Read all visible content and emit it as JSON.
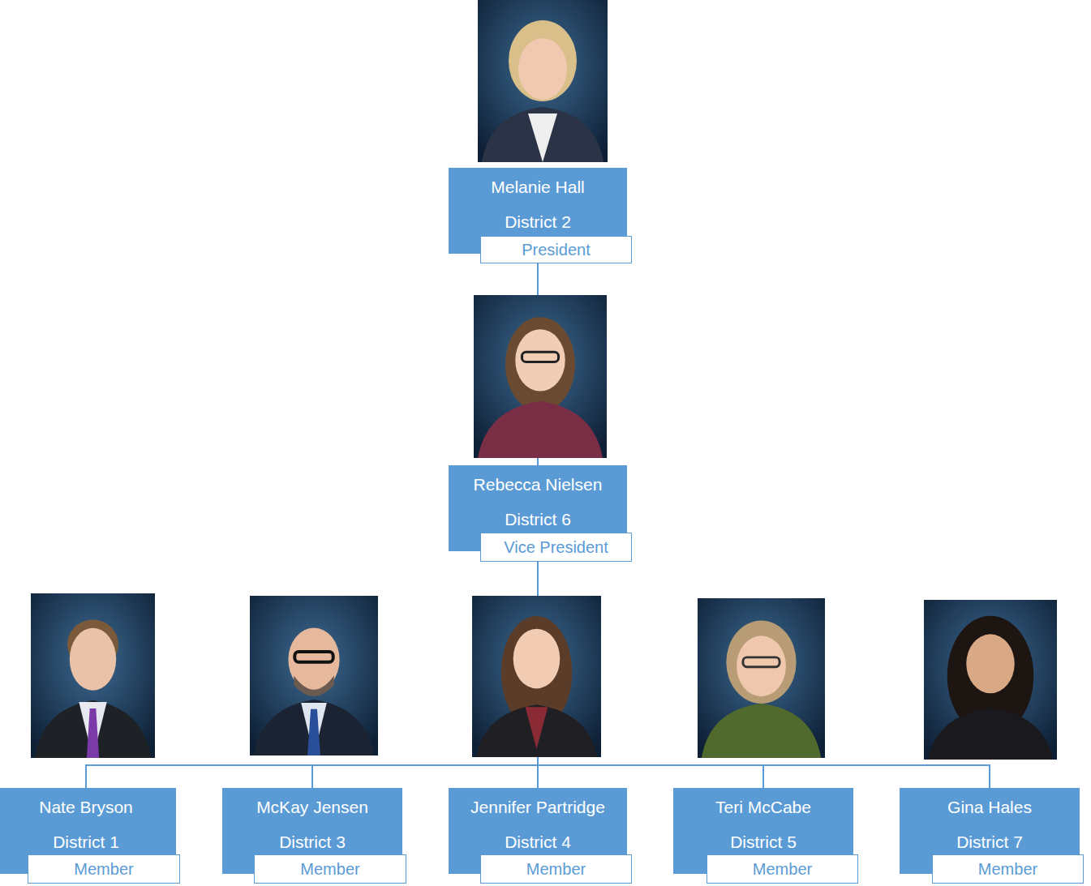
{
  "diagram": {
    "nodes": [
      {
        "text": [
          "Melanie Hall",
          "District 2"
        ]
      },
      {
        "text": [
          "President"
        ],
        "in": 0
      },
      {
        "text": [
          "Rebecca Nielsen",
          "District 6"
        ]
      },
      {
        "text": [
          "Vice President"
        ],
        "in": 2
      },
      {
        "text": [
          "Nate Bryson",
          "District 1"
        ]
      },
      {
        "text": [
          "Member"
        ],
        "in": 4
      },
      {
        "text": [
          "McKay Jensen",
          "District 3"
        ]
      },
      {
        "text": [
          "Member"
        ],
        "in": 6
      },
      {
        "text": [
          "Jennifer Partridge",
          "District 4"
        ]
      },
      {
        "text": [
          "Member"
        ],
        "in": 8
      },
      {
        "text": [
          "Teri McCabe",
          "District 5"
        ]
      },
      {
        "text": [
          "Member"
        ],
        "in": 10
      },
      {
        "text": [
          "Gina Hales",
          "District 7"
        ]
      },
      {
        "text": [
          "Member"
        ],
        "in": 12
      }
    ],
    "edges": [
      {
        "from": 0,
        "to": 2,
        "arrow": "none"
      },
      {
        "from": 2,
        "to": 4,
        "arrow": "none"
      },
      {
        "from": 2,
        "to": 6,
        "arrow": "none"
      },
      {
        "from": 2,
        "to": 8,
        "arrow": "none"
      },
      {
        "from": 2,
        "to": 10,
        "arrow": "none"
      },
      {
        "from": 2,
        "to": 12,
        "arrow": "none"
      }
    ]
  }
}
